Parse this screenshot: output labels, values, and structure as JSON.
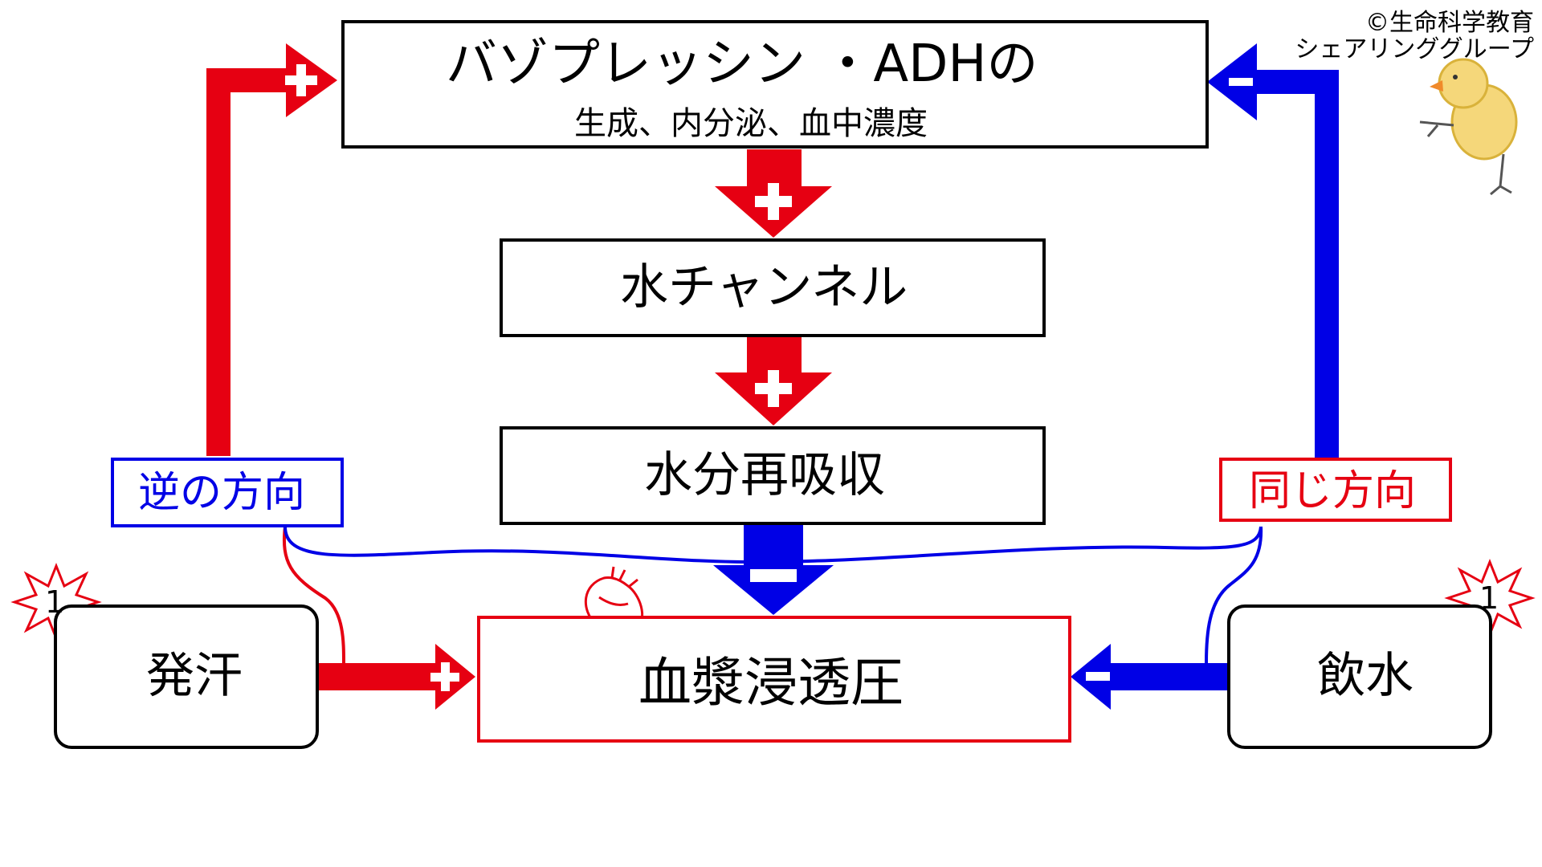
{
  "diagram": {
    "top_box": {
      "title": "バゾプレッシン ・ADHの",
      "subtitle": "生成、内分泌、血中濃度"
    },
    "water_channel": {
      "label": "水チャンネル"
    },
    "reabsorption": {
      "label": "水分再吸収"
    },
    "plasma": {
      "label": "血漿浸透圧"
    },
    "sweat": {
      "label": "発汗"
    },
    "drink": {
      "label": "飲水"
    },
    "opposite": {
      "label": "逆の方向"
    },
    "same": {
      "label": "同じ方向"
    },
    "badge_left": "1",
    "badge_right": "1",
    "credit_line1": "©生命科学教育",
    "credit_line2": "シェアリンググループ",
    "colors": {
      "positive": "#e60012",
      "negative": "#0000e6",
      "neutral": "#000000"
    },
    "icons": [
      "up-arrow-icon",
      "down-arrow-icon",
      "plus-icon",
      "minus-icon",
      "heart-icon",
      "chick-icon",
      "starburst-icon"
    ]
  }
}
